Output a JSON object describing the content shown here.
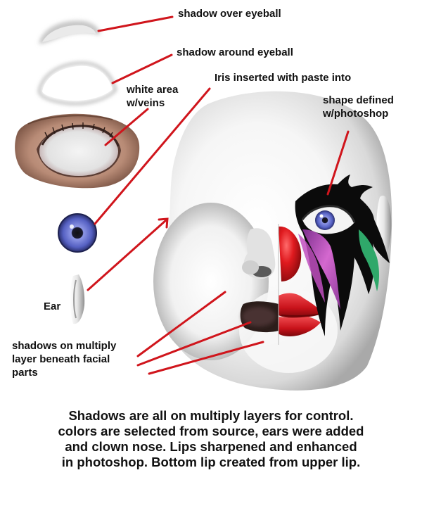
{
  "labels": {
    "shadow_over": "shadow over eyeball",
    "shadow_around": "shadow around eyeball",
    "iris": "Iris inserted with paste into",
    "white_area": [
      "white area",
      "w/veins"
    ],
    "shape_defined": [
      "shape defined",
      "w/photoshop"
    ],
    "ear": "Ear",
    "shadows_multiply": [
      "shadows on multiply",
      "layer beneath facial",
      "parts"
    ]
  },
  "caption": [
    "Shadows are all on multiply layers for control.",
    "colors are selected from source, ears were added",
    "and clown nose. Lips sharpened and enhanced",
    "in photoshop. Bottom lip created from upper lip."
  ],
  "colors": {
    "arrow": "#d0151c",
    "nose": "#d9141b",
    "lips": "#d4141b",
    "iris": "#5560c2",
    "paint_black": "#0b0b0b",
    "paint_pink": "#c14fbf",
    "paint_green": "#2fa86a",
    "text": "#111111"
  },
  "icons": [
    "eyeball-shadow-piece",
    "eyeball-outline-piece",
    "eye-photo-piece",
    "iris-piece",
    "ear-piece",
    "clown-face-illustration"
  ]
}
